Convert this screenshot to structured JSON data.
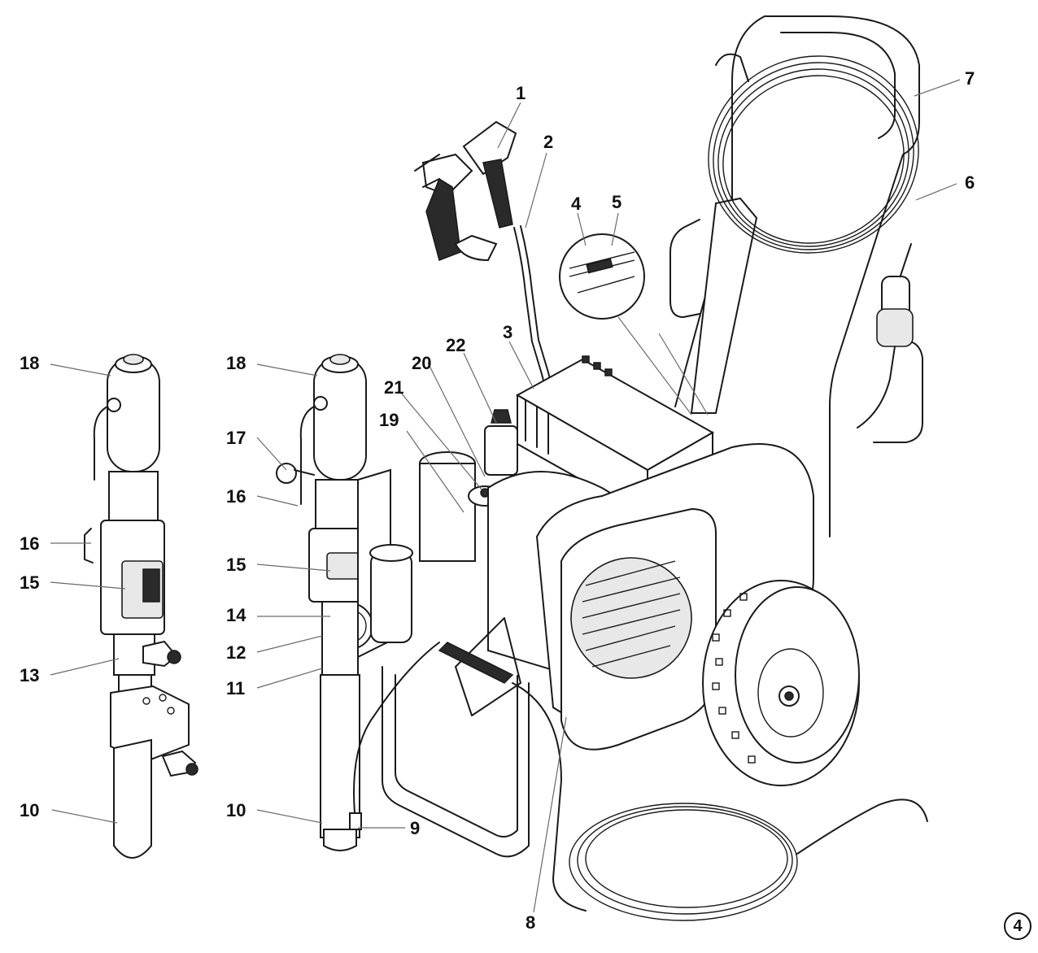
{
  "callouts": {
    "c1": "1",
    "c2": "2",
    "c3": "3",
    "c4": "4",
    "c5": "5",
    "c6": "6",
    "c7": "7",
    "c8": "8",
    "c9": "9",
    "c10a": "10",
    "c10b": "10",
    "c11": "11",
    "c12": "12",
    "c13": "13",
    "c14": "14",
    "c15a": "15",
    "c15b": "15",
    "c16a": "16",
    "c16b": "16",
    "c17": "17",
    "c18a": "18",
    "c18b": "18",
    "c19": "19",
    "c20": "20",
    "c21": "21",
    "c22": "22"
  },
  "figure_number": "4"
}
